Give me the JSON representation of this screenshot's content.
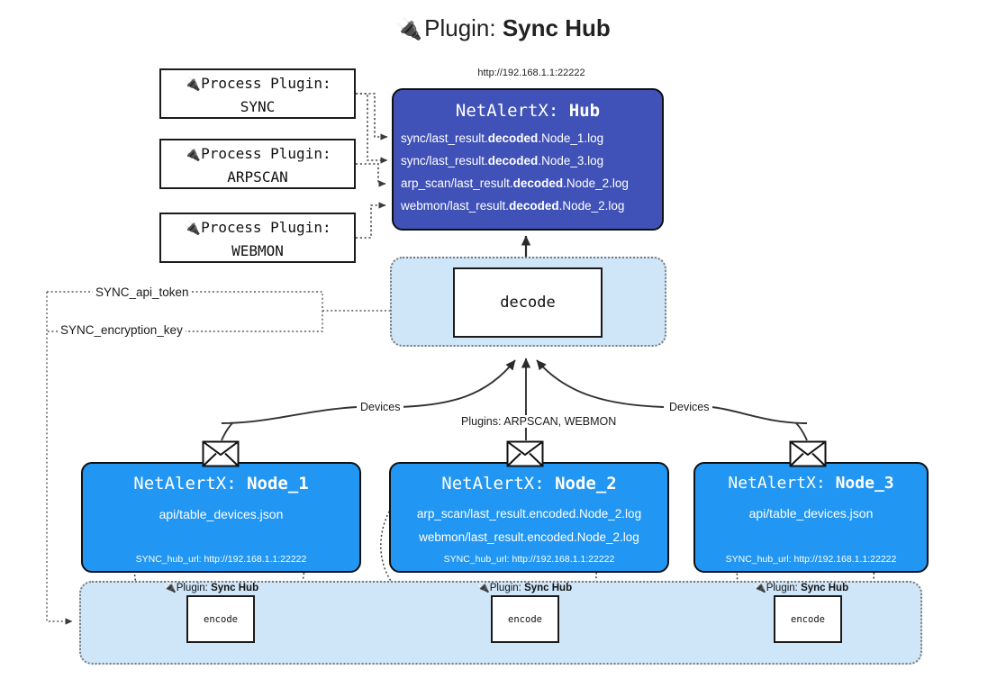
{
  "title": {
    "icon": "plug-icon",
    "glyph": "🔌",
    "prefix": "Plugin: ",
    "name": "Sync Hub"
  },
  "process_plugins": [
    {
      "glyph": "🔌",
      "line1": "Process Plugin:",
      "line2": "SYNC"
    },
    {
      "glyph": "🔌",
      "line1": "Process Plugin:",
      "line2": "ARPSCAN"
    },
    {
      "glyph": "🔌",
      "line1": "Process Plugin:",
      "line2": "WEBMON"
    }
  ],
  "hub": {
    "url": "http://192.168.1.1:22222",
    "title_prefix": "NetAlertX: ",
    "title_name": "Hub",
    "lines": [
      {
        "pre": "sync/last_result.",
        "mid": "decoded",
        "post": ".Node_1.log"
      },
      {
        "pre": "sync/last_result.",
        "mid": "decoded",
        "post": ".Node_3.log"
      },
      {
        "pre": "arp_scan/last_result.",
        "mid": "decoded",
        "post": ".Node_2.log"
      },
      {
        "pre": "webmon/last_result.",
        "mid": "decoded",
        "post": ".Node_2.log"
      }
    ]
  },
  "decode": {
    "label": "decode"
  },
  "tokens": {
    "api_token": "SYNC_api_token",
    "encryption_key": "SYNC_encryption_key"
  },
  "edge_labels": {
    "devices_left": "Devices",
    "devices_right": "Devices",
    "plugins_mid": "Plugins: ARPSCAN, WEBMON"
  },
  "nodes": [
    {
      "title_prefix": "NetAlertX: ",
      "title_name": "Node_1",
      "lines": [
        "api/table_devices.json"
      ],
      "footer": "SYNC_hub_url: http://192.168.1.1:22222"
    },
    {
      "title_prefix": "NetAlertX: ",
      "title_name": "Node_2",
      "lines": [
        "arp_scan/last_result.encoded.Node_2.log",
        "webmon/last_result.encoded.Node_2.log"
      ],
      "footer": "SYNC_hub_url: http://192.168.1.1:22222"
    },
    {
      "title_prefix": "NetAlertX: ",
      "title_name": "Node_3",
      "lines": [
        "api/table_devices.json"
      ],
      "footer": "SYNC_hub_url: http://192.168.1.1:22222"
    }
  ],
  "encode_band": {
    "captions": [
      {
        "glyph": "🔌",
        "prefix": "Plugin: ",
        "name": "Sync Hub"
      },
      {
        "glyph": "🔌",
        "prefix": "Plugin: ",
        "name": "Sync Hub"
      },
      {
        "glyph": "🔌",
        "prefix": "Plugin: ",
        "name": "Sync Hub"
      }
    ],
    "boxes": [
      "encode",
      "encode",
      "encode"
    ]
  },
  "colors": {
    "hub_fill": "#4052b8",
    "node_fill": "#2196f3",
    "group_fill": "#cfe5f8",
    "stroke": "#101010",
    "dotted_stroke": "#7a7a7a",
    "background": "#ffffff"
  },
  "icons": {
    "envelope": "envelope-icon",
    "plug": "plug-icon"
  }
}
